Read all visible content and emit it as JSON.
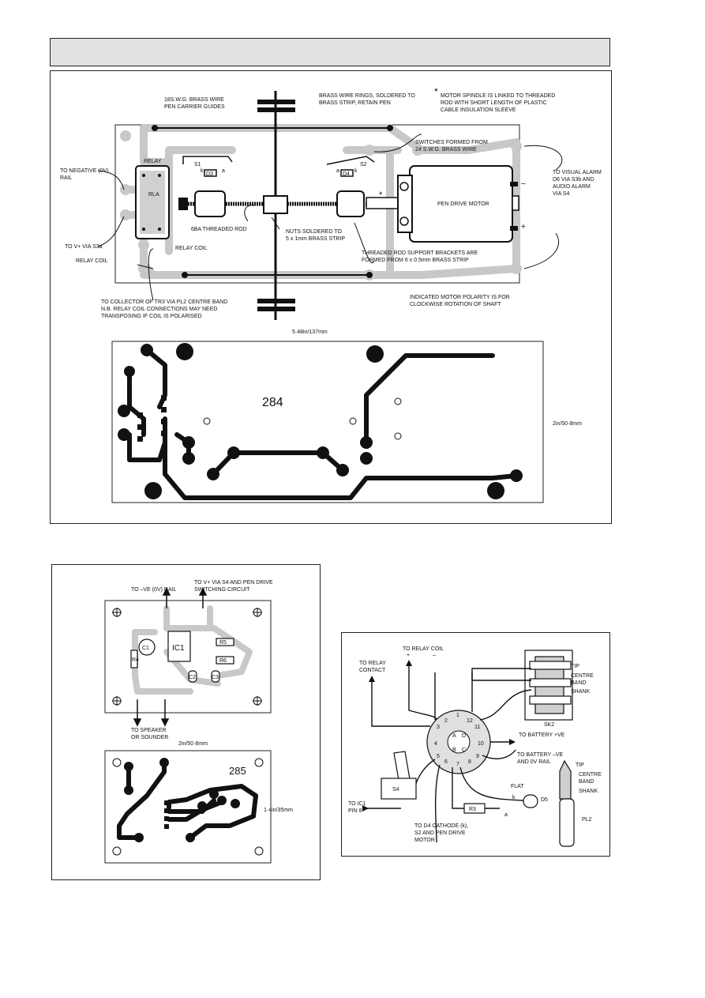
{
  "fig_main": {
    "top_labels": {
      "carrier_guides": [
        "18S.W.G. BRASS WIRE",
        "PEN CARRIER GUIDES"
      ],
      "wire_rings": [
        "BRASS WIRE RINGS, SOLDERED TO",
        "BRASS STRIP, RETAIN PEN"
      ],
      "star_note": [
        "MOTOR SPINDLE IS LINKED TO THREADED",
        "ROD WITH SHORT LENGTH OF PLASTIC",
        "CABLE INSULATION SLEEVE"
      ],
      "switches": [
        "SWITCHES FORMED FROM",
        "24 S.W.G. BRASS WIRE"
      ]
    },
    "side_labels": {
      "negative": [
        "TO NEGATIVE (0V)",
        "RAIL"
      ],
      "v_plus": "TO V+ VIA S3a",
      "relay_coil_a": "RELAY COIL",
      "relay_coil_b": "RELAY COIL",
      "visual_alarm": [
        "TO VISUAL ALARM",
        "D6 VIA S3b AND",
        "AUDIO ALARM",
        "VIA S4"
      ]
    },
    "inner_labels": {
      "relay": "RELAY",
      "rla": "RLA",
      "s1": "S1",
      "s2": "S2",
      "d3": "D3",
      "d4": "D4",
      "k": "k",
      "a": "a",
      "star": "*",
      "motor": "PEN DRIVE MOTOR",
      "minus": "–",
      "plus": "+",
      "threaded_rod": "6BA THREADED ROD"
    },
    "bottom_labels": {
      "nuts": [
        "NUTS SOLDERED TO",
        "5 x 1mm BRASS STRIP"
      ],
      "brackets": [
        "THREADED ROD SUPPORT BRACKETS ARE",
        "FORMED FROM 6 x 0.5mm BRASS STRIP"
      ],
      "collector": [
        "TO COLLECTOR OF TR3 VIA PL2 CENTRE BAND",
        "N.B. RELAY COIL CONNECTIONS MAY NEED",
        "TRANSPOSING IF COIL IS POLARISED"
      ],
      "polarity": [
        "INDICATED MOTOR POLARITY IS FOR",
        "CLOCKWISE ROTATION OF SHAFT"
      ],
      "width_dim": "5·48in/137mm"
    },
    "pcb": {
      "number": "284",
      "height_dim": "2in/50·8mm"
    }
  },
  "fig_small": {
    "labels": {
      "to_ve": "TO –VE (0V) RAIL",
      "to_vplus": [
        "TO V+ VIA S4 AND PEN DRIVE",
        "SWITCHING CIRCUIT"
      ],
      "speaker": [
        "TO SPEAKER",
        "OR SOUNDER"
      ],
      "c1": "C1",
      "ic1": "IC1",
      "r4": "R4",
      "r5": "R5",
      "r6": "R6",
      "c2": "C2",
      "c3": "C3",
      "width_dim": "2in/50·8mm"
    },
    "pcb": {
      "number": "285",
      "height_dim": "1·4in/35mm"
    }
  },
  "fig_wiring": {
    "labels": {
      "relay_coil": "TO RELAY COIL",
      "coil_plus": "+",
      "coil_minus": "–",
      "relay_contact": [
        "TO RELAY",
        "CONTACT"
      ],
      "tip": "TIP",
      "centre_band": [
        "CENTRE",
        "BAND"
      ],
      "shank": "SHANK",
      "sk2": "SK2",
      "battery_ve": "TO BATTERY +VE",
      "battery_neg": [
        "TO BATTERY –VE",
        "AND 0V RAIL"
      ],
      "pl2_tip": "TIP",
      "pl2_centre": [
        "CENTRE",
        "BAND"
      ],
      "pl2_shank": "SHANK",
      "pl2": "PL2",
      "s4": "S4",
      "ic1": [
        "TO IC1",
        "PIN 8"
      ],
      "flat": "FLAT",
      "d5": "D5",
      "k": "k",
      "a": "a",
      "r3": "R3",
      "d4": [
        "TO D4 CATHODE (k),",
        "S2 AND PEN DRIVE",
        "MOTOR"
      ]
    },
    "pins": [
      "1",
      "2",
      "3",
      "4",
      "5",
      "6",
      "7",
      "8",
      "9",
      "10",
      "11",
      "12",
      "A",
      "B",
      "C",
      "D"
    ]
  }
}
